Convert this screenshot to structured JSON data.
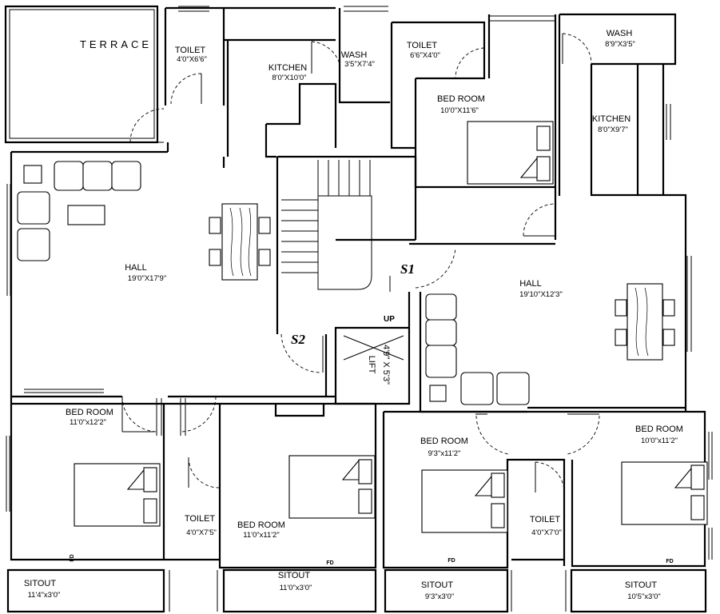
{
  "rooms": [
    {
      "id": "terrace",
      "name": "TERRACE",
      "dim": ""
    },
    {
      "id": "toilet-nw",
      "name": "TOILET",
      "dim": "4'0\"X6'6\""
    },
    {
      "id": "kitchen-w",
      "name": "KITCHEN",
      "dim": "8'0\"X10'0\""
    },
    {
      "id": "wash-w",
      "name": "WASH",
      "dim": "3'5\"X7'4\""
    },
    {
      "id": "toilet-ne",
      "name": "TOILET",
      "dim": "6'6\"X4'0\""
    },
    {
      "id": "bedroom-ne",
      "name": "BED ROOM",
      "dim": "10'0\"X11'6\""
    },
    {
      "id": "wash-e",
      "name": "WASH",
      "dim": "8'9\"X3'5\""
    },
    {
      "id": "kitchen-e",
      "name": "KITCHEN",
      "dim": "8'0\"X9'7\""
    },
    {
      "id": "hall-w",
      "name": "HALL",
      "dim": "19'0\"X17'9\""
    },
    {
      "id": "hall-e",
      "name": "HALL",
      "dim": "19'10\"X12'3\""
    },
    {
      "id": "bedroom-sw",
      "name": "BED ROOM",
      "dim": "11'0\"x12'2\""
    },
    {
      "id": "toilet-sw",
      "name": "TOILET",
      "dim": "4'0\"X7'5\""
    },
    {
      "id": "bedroom-s2",
      "name": "BED ROOM",
      "dim": "11'0\"x11'2\""
    },
    {
      "id": "bedroom-s3",
      "name": "BED ROOM",
      "dim": "9'3\"x11'2\""
    },
    {
      "id": "toilet-se",
      "name": "TOILET",
      "dim": "4'0\"X7'0\""
    },
    {
      "id": "bedroom-se",
      "name": "BED ROOM",
      "dim": "10'0\"x11'2\""
    },
    {
      "id": "sitout-1",
      "name": "SITOUT",
      "dim": "11'4\"x3'0\""
    },
    {
      "id": "sitout-2",
      "name": "SITOUT",
      "dim": "11'0\"x3'0\""
    },
    {
      "id": "sitout-3",
      "name": "SITOUT",
      "dim": "9'3\"x3'0\""
    },
    {
      "id": "sitout-4",
      "name": "SITOUT",
      "dim": "10'5\"x3'0\""
    }
  ],
  "stairs": {
    "s1": "S1",
    "s2": "S2",
    "up": "UP"
  },
  "lift": {
    "label": "LIFT",
    "dim": "4'9\" X 5'3\""
  },
  "fd_label": "FD",
  "colors": {
    "line": "#000000",
    "background": "#ffffff"
  }
}
